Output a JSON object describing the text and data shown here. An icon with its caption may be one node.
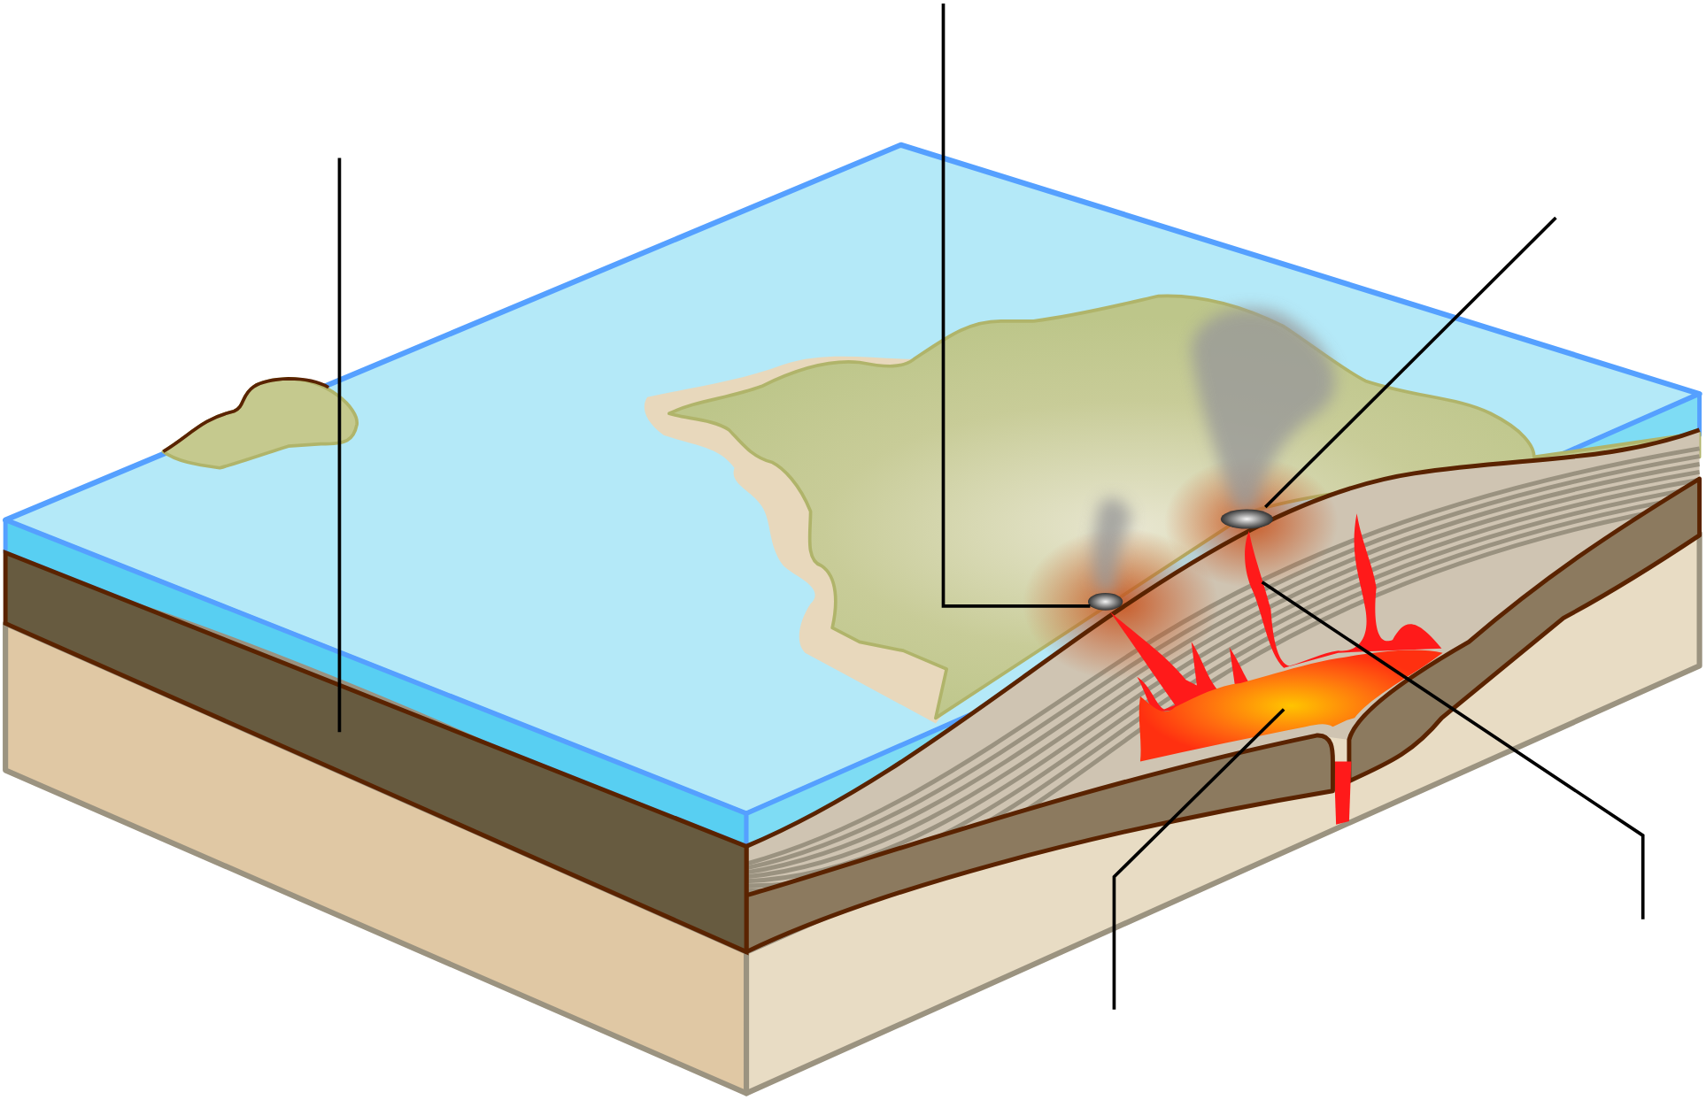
{
  "diagram": {
    "nodes": [
      {
        "text": [],
        "shape": "picture"
      },
      {
        "text": [],
        "shape": "picture"
      },
      {
        "text": [],
        "shape": "picture"
      },
      {
        "text": [],
        "shape": "picture"
      },
      {
        "text": [],
        "shape": "picture"
      }
    ],
    "edges": [
      {
        "from": null,
        "to": 0,
        "arrow": "none"
      },
      {
        "from": null,
        "to": 1,
        "arrow": "none"
      },
      {
        "from": null,
        "to": 2,
        "arrow": "none"
      },
      {
        "from": null,
        "to": 3,
        "arrow": "none"
      },
      {
        "from": null,
        "to": 4,
        "arrow": "none"
      }
    ]
  }
}
